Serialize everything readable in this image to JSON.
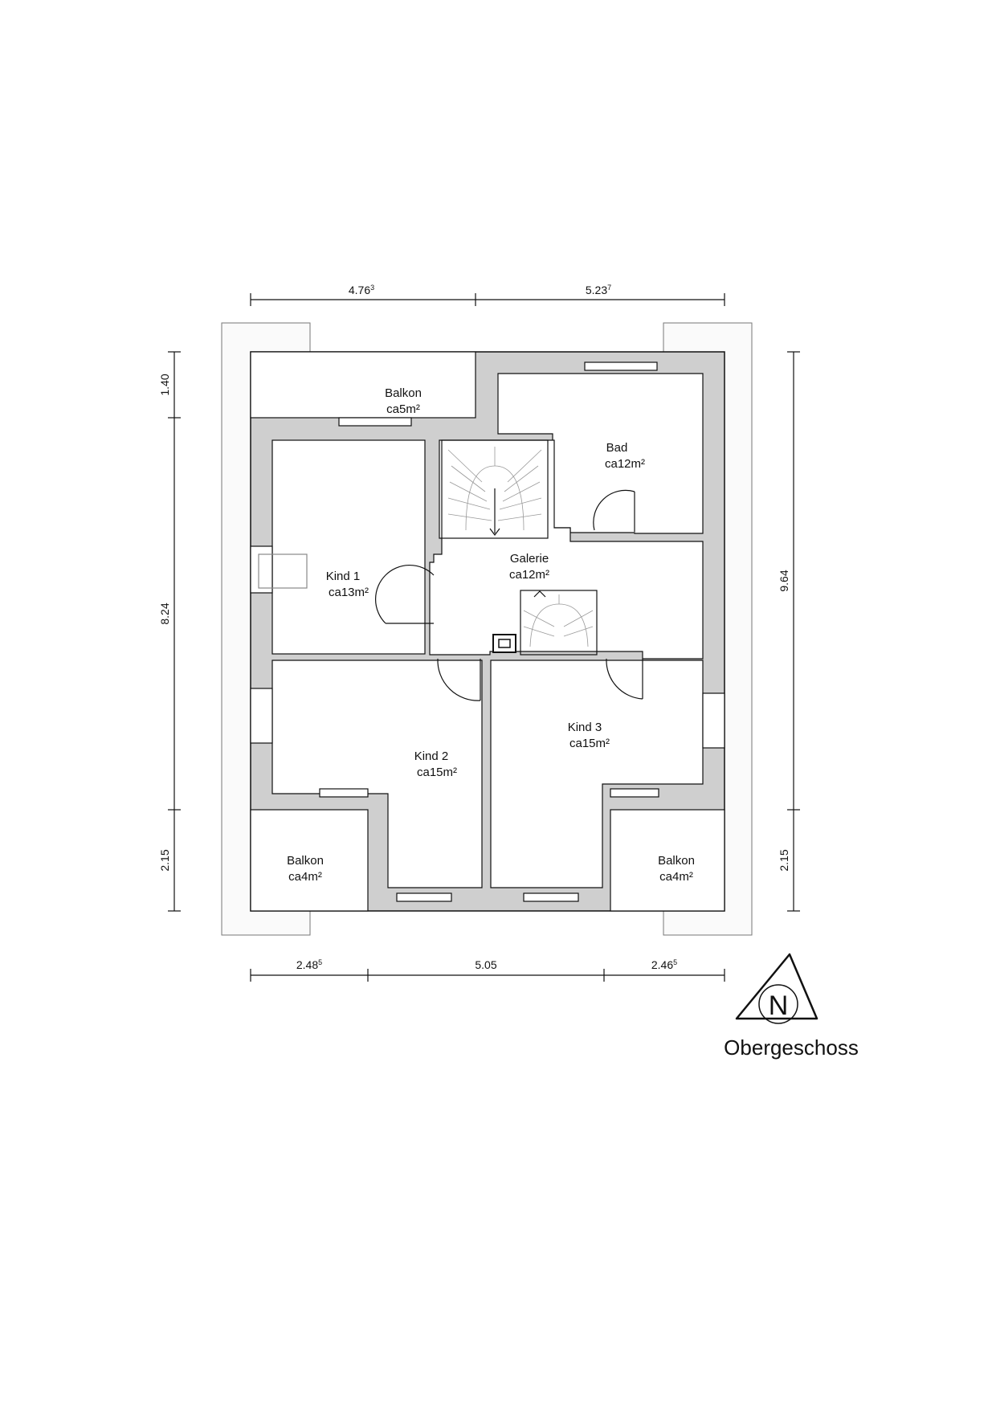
{
  "title": "Obergeschoss",
  "north_label": "N",
  "rooms": [
    {
      "id": "balkon-top",
      "name": "Balkon",
      "area": "ca5m²"
    },
    {
      "id": "bad",
      "name": "Bad",
      "area": "ca12m²"
    },
    {
      "id": "galerie",
      "name": "Galerie",
      "area": "ca12m²"
    },
    {
      "id": "kind1",
      "name": "Kind 1",
      "area": "ca13m²"
    },
    {
      "id": "kind2",
      "name": "Kind 2",
      "area": "ca15m²"
    },
    {
      "id": "kind3",
      "name": "Kind 3",
      "area": "ca15m²"
    },
    {
      "id": "balkon-bl",
      "name": "Balkon",
      "area": "ca4m²"
    },
    {
      "id": "balkon-br",
      "name": "Balkon",
      "area": "ca4m²"
    }
  ],
  "dimensions": {
    "top": [
      {
        "value": "4.76",
        "sup": "3"
      },
      {
        "value": "5.23",
        "sup": "7"
      }
    ],
    "bottom": [
      {
        "value": "2.48",
        "sup": "5"
      },
      {
        "value": "5.05",
        "sup": ""
      },
      {
        "value": "2.46",
        "sup": "5"
      }
    ],
    "left": [
      "1.40",
      "8.24",
      "2.15"
    ],
    "right": [
      "9.64",
      "2.15"
    ]
  }
}
